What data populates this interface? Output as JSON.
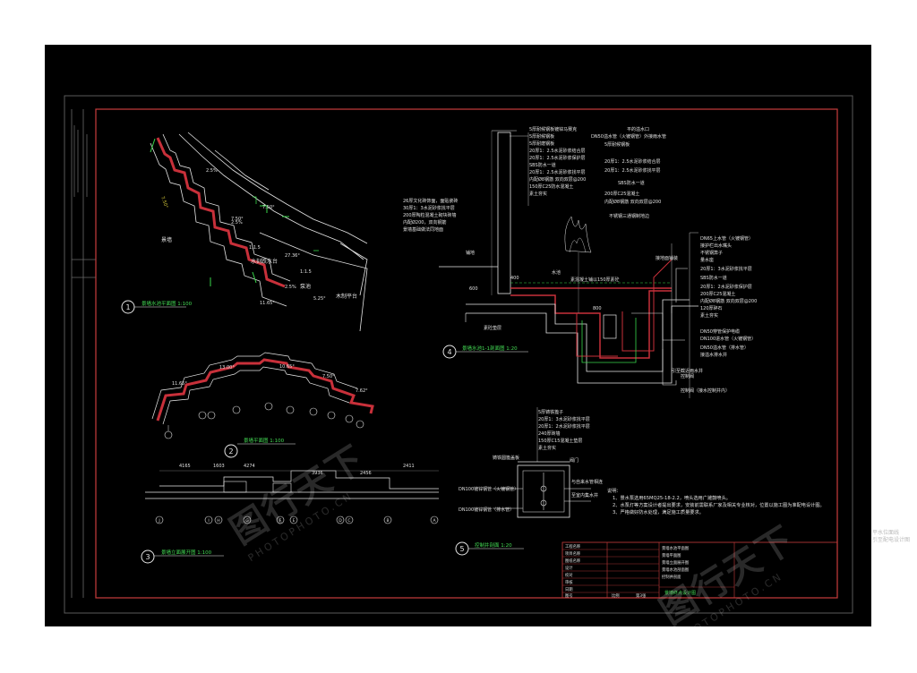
{
  "colors": {
    "background": "#000000",
    "frame": "#c83c3c",
    "wall_red": "#c8303a",
    "line_white": "#e6e6e6",
    "line_green": "#39d64a",
    "text_white": "#e0e0e0",
    "text_green": "#44dd55",
    "text_yellow": "#e0d23c",
    "grey": "#8a8a8a"
  },
  "views": [
    {
      "number": "1",
      "title": "景墙水池平面图 1:100"
    },
    {
      "number": "2",
      "title": "景墙平面图 1:100"
    },
    {
      "number": "3",
      "title": "景墙立面展开图 1:100"
    },
    {
      "number": "4",
      "title": "景墙水池1-1剖面图 1:20"
    },
    {
      "number": "5",
      "title": "控制井剖面 1:20"
    }
  ],
  "plan_labels": {
    "scenic_wall": "景墙",
    "water_table": "水刻跌水台",
    "pool": "泵池",
    "wood_deck": "木制平台",
    "angle_1": "7.50°",
    "angle_2": "27.36°"
  },
  "arc_angles": [
    "11.65°",
    "13.00°",
    "10.65°",
    "7.50°",
    "7.62°"
  ],
  "axis_labels": [
    "J",
    "I",
    "H",
    "G",
    "F",
    "E",
    "D",
    "C",
    "B",
    "A"
  ],
  "elevation_dims": [
    "4165",
    "1603",
    "4274",
    "3936",
    "2456",
    "2411"
  ],
  "section_notes_top": [
    "5厚耐候钢板镀锌马赛克",
    "5厚耐候钢板",
    "5厚耐磨钢板",
    "20厚1：2.5水泥砂浆结合层",
    "20厚1：2.5水泥砂浆保护层",
    "SBS防水一道",
    "20厚1：2.5水泥砂浆找平层",
    "内配Ø8钢筋 双向双层@200",
    "150厚C25防水混凝土",
    "素土夯实"
  ],
  "section_notes_top_right": [
    "平的溢水口",
    "DN50溢水管（火镀钢管）外接雨水管",
    "5厚耐候钢板",
    "20厚1：2.5水泥砂浆结合层",
    "20厚1：2.5水泥砂浆找平层",
    "SBS防水一道",
    "200厚C25混凝土",
    "内配Ø8钢筋 双向双层@200",
    "不锈钢三通钢制地边"
  ],
  "section_notes_left": [
    "26厚文化砖饰面，面贴瓷砖",
    "30厚1：3水泥砂浆找平层",
    "200厚陶粒混凝土砌块砖墙",
    "内配Ø200，双向钢筋",
    "景墙基础做法同地面"
  ],
  "section_notes_right": [
    "DN65上水管（火镀钢管）",
    "接护栏出水嘴头",
    "不锈钢箅子",
    "量水座",
    "20厚1：3水泥砂浆找平层",
    "SBS防水一道",
    "20厚1：2水泥砂浆保护层",
    "200厚C25混凝土",
    "内配Ø8钢筋 双向双层@200",
    "120厚碎石",
    "素土夯实",
    "DN50穿管保护电缆",
    "DN100进水管（火镀钢管）",
    "DN50溢水管（排水管）",
    "接溢水排水井",
    "控制阀",
    "控制阀（接水控制井内）"
  ],
  "section_inline": {
    "wall_label": "景墙",
    "pool_label": "水池",
    "pump_label": "素混凝土铺以150厚素砼",
    "base_label": "素砼垫层",
    "water_level": "水位",
    "paving": "铺地",
    "dims": [
      "600",
      "400",
      "800"
    ],
    "lead_rainwater": "接地面铺装",
    "drain_label": "引至截近雨水井"
  },
  "pit_notes": [
    "5厚铸铁篦子",
    "20厚1：3水泥砂浆找平层",
    "20厚1：2水泥砂浆找平层",
    "240厚砖墙",
    "150厚C15混凝土垫层",
    "素土夯实"
  ],
  "pit_inline": {
    "top": "铸铁圆篦盖板",
    "valve": "阀门",
    "pipe_1": "DN100镀锌钢管（火镀钢管）",
    "pipe_2": "DN100镀锌钢管（排水管）",
    "note_a": "与自来水管相连",
    "note_b": "至室内集水井"
  },
  "general_notes": [
    "说明：",
    "1、景水泵选用65MQ25-18-2.2，喷头选用广潍鼓喷头。",
    "2、水泵灯等方案设计者提出要求，安装前需联系厂家及相关专业核对，位置以施工图为准配电设计图。",
    "3、严格做好防水处理，满足施工质量要求。"
  ],
  "title_block": {
    "drawing_name": "景墙终点设计图",
    "rows": [
      "工程名称",
      "项目名称",
      "图纸名称",
      "设计",
      "校对",
      "审核",
      "日期",
      "图号"
    ],
    "mid_rows": [
      "景墙水池平面图",
      "景墙平面图",
      "景墙立面展开图",
      "景墙水池剖面图",
      "控制井剖面"
    ],
    "scale_label": "比例",
    "sheet_label": "第3张"
  },
  "watermark": {
    "brand": "图行天下",
    "domain": "PHOTOPHOTO.CN"
  },
  "outside_fragments": [
    "平水位面线",
    "引至配电设计图"
  ]
}
